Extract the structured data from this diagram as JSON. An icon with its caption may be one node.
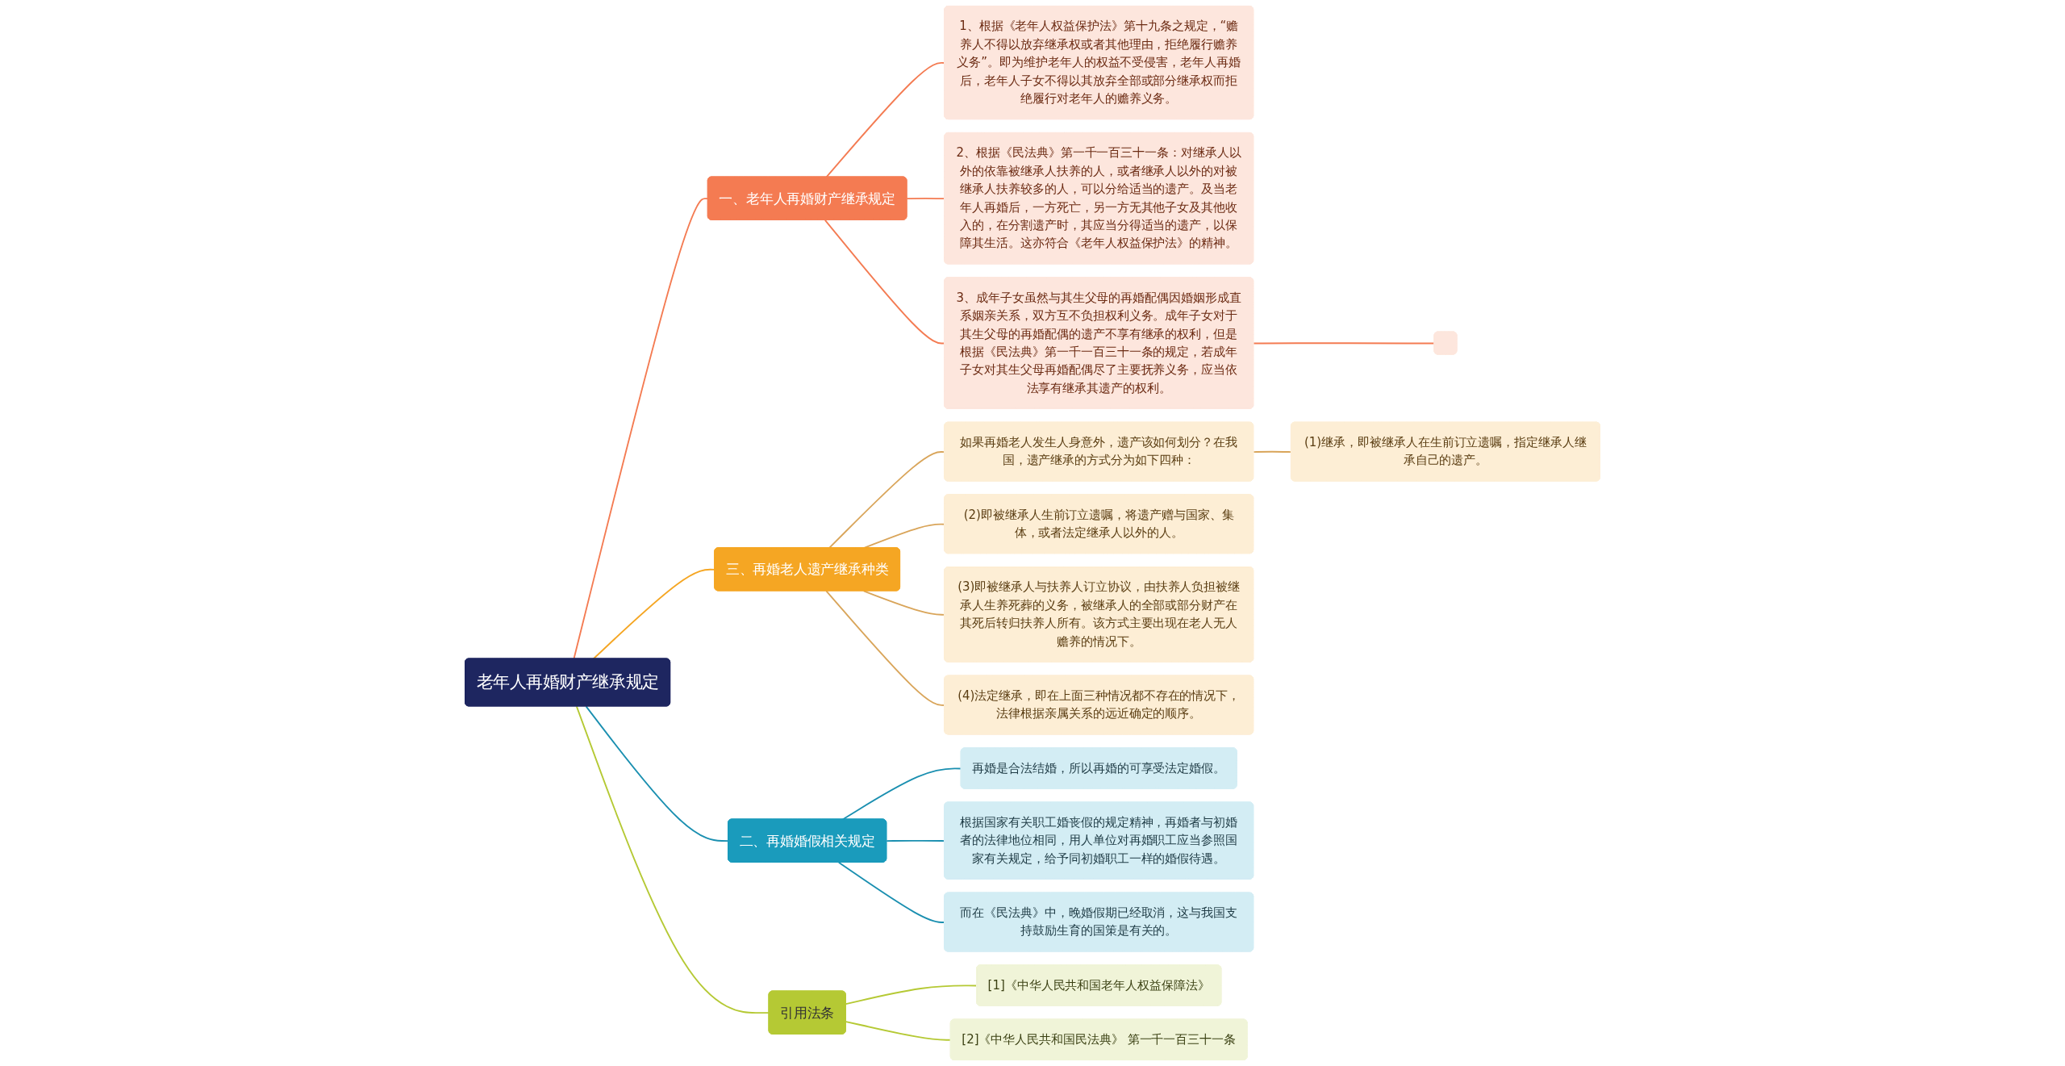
{
  "diagram": {
    "nodes": [
      {
        "text": [
          "老年人再婚财产继承规定"
        ]
      },
      {
        "text": [
          "一、老年人再婚财产继承规定"
        ]
      },
      {
        "text": [
          "1、根据《老年人权益保护法》第十九条之规定，“赡养人不得以放弃继承权或者其他理由，拒绝履行赡养义务”。即为维护老年人的权益不受侵害，老年人再婚后，老年人子女不得以其放弃全部或部分继承权而拒绝履行对老年人的赡养义务。"
        ]
      },
      {
        "text": [
          "2、根据《民法典》第一千一百三十一条：对继承人以外的依靠被继承人扶养的人，或者继承人以外的对被继承人扶养较多的人，可以分给适当的遗产。及当老年人再婚后，一方死亡，另一方无其他子女及其他收入的，在分割遗产时，其应当分得适当的遗产，以保障其生活。这亦符合《老年人权益保护法》的精神。"
        ]
      },
      {
        "text": [
          "3、成年子女虽然与其生父母的再婚配偶因婚姻形成直系姻亲关系，双方互不负担权利义务。成年子女对于其生父母的再婚配偶的遗产不享有继承的权利，但是根据《民法典》第一千一百三十一条的规定，若成年子女对其生父母再婚配偶尽了主要抚养义务，应当依法享有继承其遗产的权利。"
        ]
      },
      {
        "text": [],
        "shape": "box"
      },
      {
        "text": [
          "三、再婚老人遗产继承种类"
        ]
      },
      {
        "text": [
          "如果再婚老人发生人身意外，遗产该如何划分？在我国，遗产继承的方式分为如下四种："
        ]
      },
      {
        "text": [
          "(1)继承，即被继承人在生前订立遗嘱，指定继承人继承自己的遗产。"
        ]
      },
      {
        "text": [
          "(2)即被继承人生前订立遗嘱，将遗产赠与国家、集体，或者法定继承人以外的人。"
        ]
      },
      {
        "text": [
          "(3)即被继承人与扶养人订立协议，由扶养人负担被继承人生养死葬的义务，被继承人的全部或部分财产在其死后转归扶养人所有。该方式主要出现在老人无人赡养的情况下。"
        ]
      },
      {
        "text": [
          "(4)法定继承，即在上面三种情况都不存在的情况下，法律根据亲属关系的远近确定的顺序。"
        ]
      },
      {
        "text": [
          "二、再婚婚假相关规定"
        ]
      },
      {
        "text": [
          "再婚是合法结婚，所以再婚的可享受法定婚假。"
        ]
      },
      {
        "text": [
          "根据国家有关职工婚丧假的规定精神，再婚者与初婚者的法律地位相同，用人单位对再婚职工应当参照国家有关规定，给予同初婚职工一样的婚假待遇。"
        ]
      },
      {
        "text": [
          "而在《民法典》中，晚婚假期已经取消，这与我国支持鼓励生育的国策是有关的。"
        ]
      },
      {
        "text": [
          "引用法条"
        ]
      },
      {
        "text": [
          "[1]《中华人民共和国老年人权益保障法》"
        ]
      },
      {
        "text": [
          "[2]《中华人民共和国民法典》 第一千一百三十一条"
        ]
      }
    ],
    "edges": [
      {
        "from": 0,
        "to": 1,
        "arrow": "none",
        "color": "#f47b52"
      },
      {
        "from": 1,
        "to": 2,
        "arrow": "none",
        "color": "#f47b52"
      },
      {
        "from": 1,
        "to": 3,
        "arrow": "none",
        "color": "#f47b52"
      },
      {
        "from": 1,
        "to": 4,
        "arrow": "none",
        "color": "#f47b52"
      },
      {
        "from": 4,
        "to": 5,
        "arrow": "none",
        "color": "#f47b52"
      },
      {
        "from": 0,
        "to": 6,
        "arrow": "none",
        "color": "#f5a623"
      },
      {
        "from": 6,
        "to": 7,
        "arrow": "none",
        "color": "#d9a55a"
      },
      {
        "from": 7,
        "to": 8,
        "arrow": "none",
        "color": "#d9a55a"
      },
      {
        "from": 6,
        "to": 9,
        "arrow": "none",
        "color": "#d9a55a"
      },
      {
        "from": 6,
        "to": 10,
        "arrow": "none",
        "color": "#d9a55a"
      },
      {
        "from": 6,
        "to": 11,
        "arrow": "none",
        "color": "#d9a55a"
      },
      {
        "from": 0,
        "to": 12,
        "arrow": "none",
        "color": "#1a8fb0"
      },
      {
        "from": 12,
        "to": 13,
        "arrow": "none",
        "color": "#1a8fb0"
      },
      {
        "from": 12,
        "to": 14,
        "arrow": "none",
        "color": "#1a8fb0"
      },
      {
        "from": 12,
        "to": 15,
        "arrow": "none",
        "color": "#1a8fb0"
      },
      {
        "from": 0,
        "to": 16,
        "arrow": "none",
        "color": "#b5c934"
      },
      {
        "from": 16,
        "to": 17,
        "arrow": "none",
        "color": "#b5c934"
      },
      {
        "from": 16,
        "to": 18,
        "arrow": "none",
        "color": "#b5c934"
      }
    ]
  }
}
